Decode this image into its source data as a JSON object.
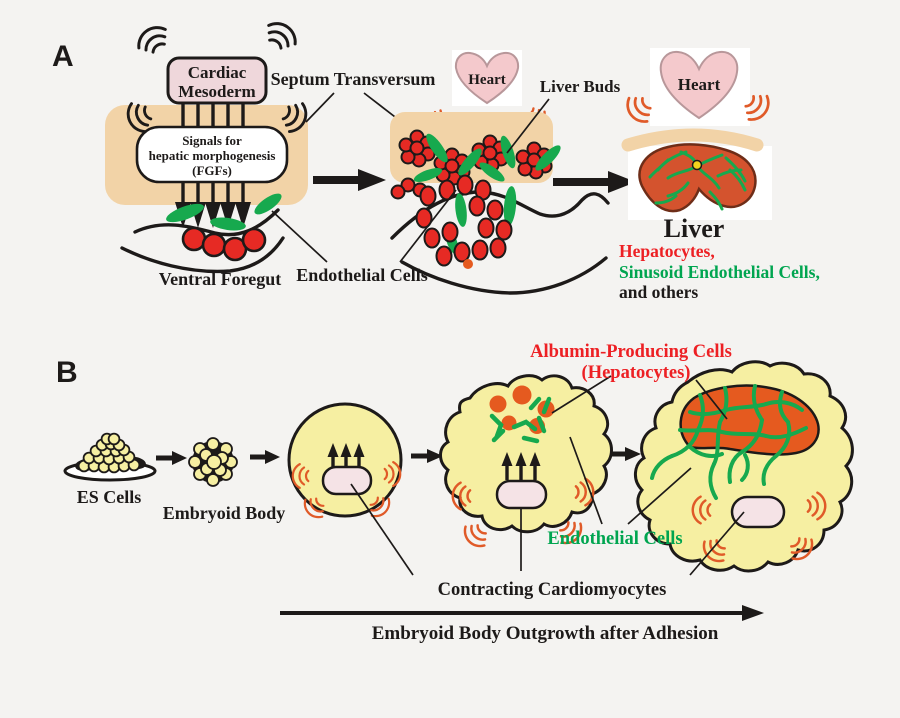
{
  "colors": {
    "background": "#f4f3f1",
    "ink": "#1d1a19",
    "tan": "#f2d3a7",
    "pinkbox": "#efd7db",
    "heartpink": "#f4c9cc",
    "heartline": "#b8979a",
    "redcell": "#e62a24",
    "green": "#17a94e",
    "yellow": "#f6efa2",
    "myocyte": "#f5e3e6",
    "orange": "#e05a28",
    "orangedot": "#e55a1f",
    "liverred": "#d4532e",
    "liverline": "#6e2d18",
    "textred": "#ed2024",
    "textgreen": "#00a550",
    "yellowdot": "#f2d41d"
  },
  "panel_a": {
    "label": "A",
    "cardiac_mesoderm": {
      "line1": "Cardiac",
      "line2": "Mesoderm"
    },
    "septum_transversum": "Septum Transversum",
    "signals": {
      "line1": "Signals for",
      "line2": "hepatic morphogenesis",
      "line3": "(FGFs)"
    },
    "ventral_foregut": "Ventral Foregut",
    "endothelial_cells": "Endothelial Cells",
    "heart_middle": "Heart",
    "liver_buds": "Liver Buds",
    "heart_right": "Heart",
    "liver": "Liver",
    "legend": {
      "hepatocytes": "Hepatocytes,",
      "sinusoid": "Sinusoid Endothelial Cells,",
      "others": "and others"
    }
  },
  "panel_b": {
    "label": "B",
    "es_cells": "ES Cells",
    "embryoid_body": "Embryoid Body",
    "albumin": {
      "line1": "Albumin-Producing Cells",
      "line2": "(Hepatocytes)"
    },
    "endothelial_cells": "Endothelial Cells",
    "contracting_cardiomyocytes": "Contracting Cardiomyocytes",
    "outgrowth_axis": "Embryoid Body Outgrowth after Adhesion"
  }
}
